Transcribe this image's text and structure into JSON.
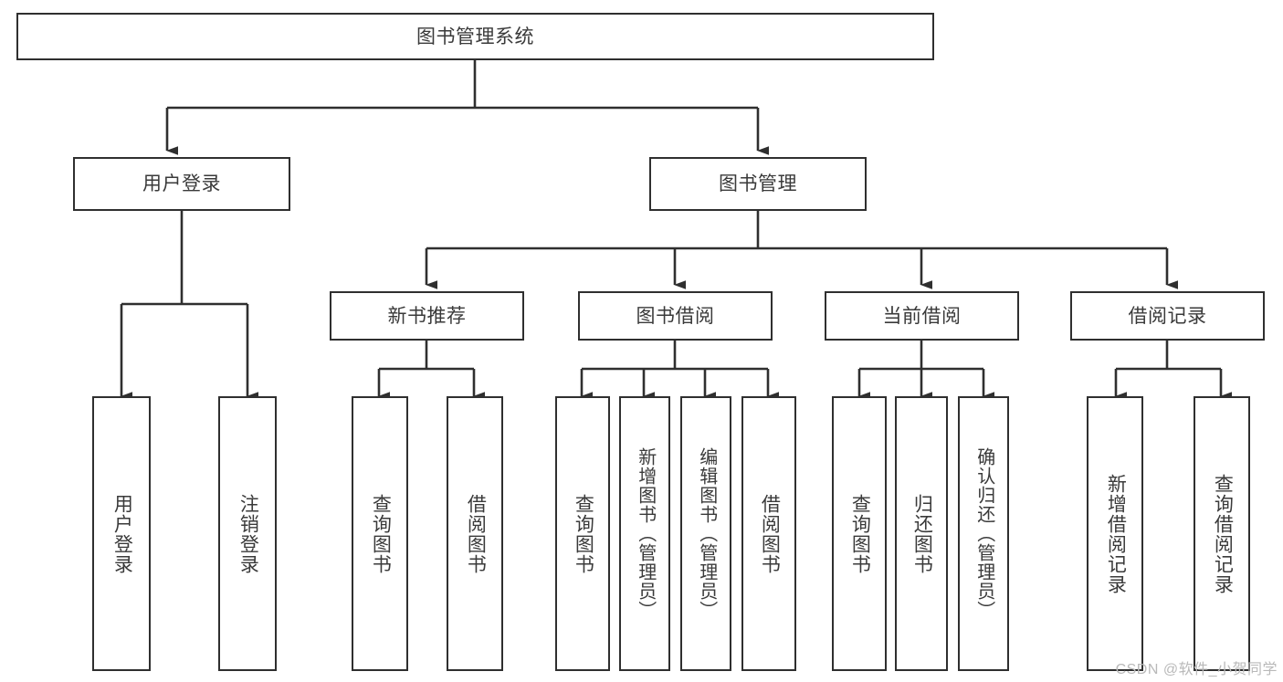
{
  "diagram": {
    "type": "hierarchy-tree",
    "title": "图书管理系统",
    "orientation": "top-down",
    "levels": 4,
    "root": {
      "label": "图书管理系统"
    },
    "level2": [
      {
        "label": "用户登录"
      },
      {
        "label": "图书管理"
      }
    ],
    "level3": [
      {
        "label": "新书推荐"
      },
      {
        "label": "图书借阅"
      },
      {
        "label": "当前借阅"
      },
      {
        "label": "借阅记录"
      }
    ],
    "leaves": {
      "user_login": [
        {
          "label": "用户登录"
        },
        {
          "label": "注销登录"
        }
      ],
      "new_book_recommend": [
        {
          "label": "查询图书"
        },
        {
          "label": "借阅图书"
        }
      ],
      "book_borrow": [
        {
          "label": "查询图书"
        },
        {
          "label": "新增图书（管理员）"
        },
        {
          "label": "编辑图书（管理员）"
        },
        {
          "label": "借阅图书"
        }
      ],
      "current_borrow": [
        {
          "label": "查询图书"
        },
        {
          "label": "归还图书"
        },
        {
          "label": "确认归还（管理员）"
        }
      ],
      "borrow_record": [
        {
          "label": "新增借阅记录"
        },
        {
          "label": "查询借阅记录"
        }
      ]
    }
  },
  "watermark": {
    "text": "CSDN @软件_小贺同学"
  },
  "colors": {
    "background": "#ffffff",
    "box_border": "#2f2f2f",
    "text": "#3a3a3a",
    "connector": "#2f2f2f",
    "watermark": "#b9b9b9"
  }
}
